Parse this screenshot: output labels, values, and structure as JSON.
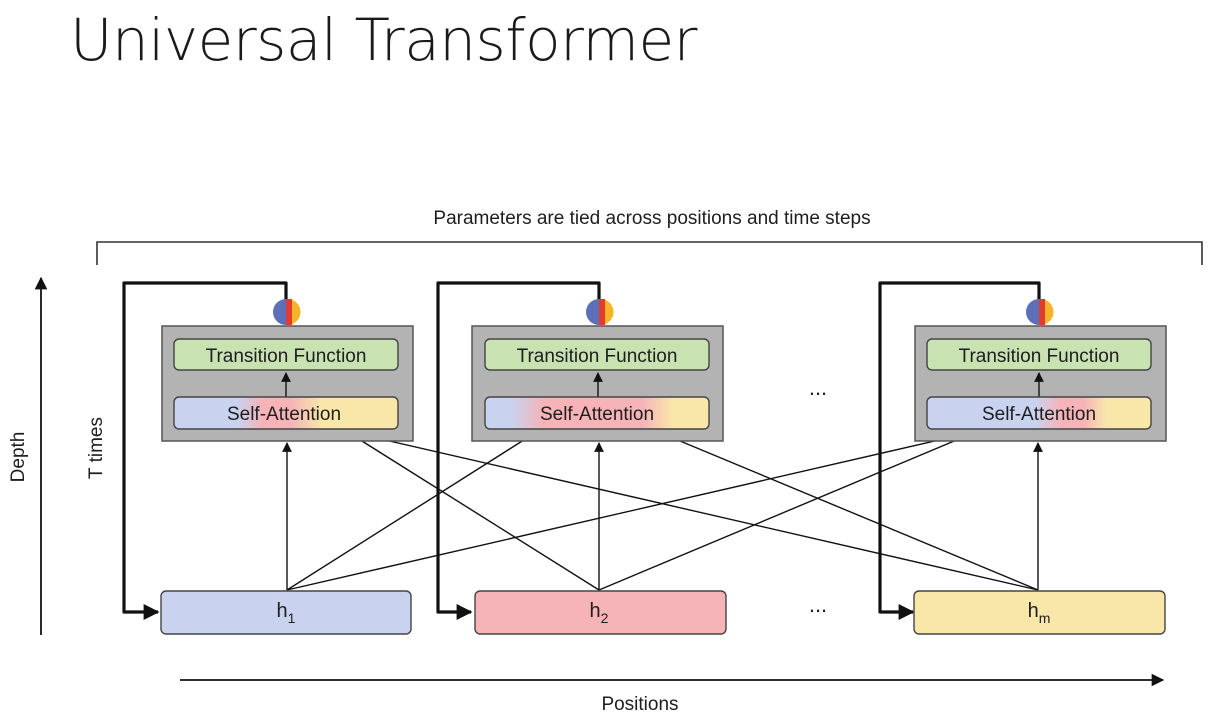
{
  "slide": {
    "title": "Universal Transformer"
  },
  "diagram": {
    "caption": "Parameters are tied across positions and time steps",
    "depth_label": "Depth",
    "t_times_label": "T times",
    "positions_label": "Positions",
    "ellipsis": "...",
    "blocks": [
      {
        "transition": "Transition Function",
        "attention": "Self-Attention"
      },
      {
        "transition": "Transition Function",
        "attention": "Self-Attention"
      },
      {
        "transition": "Transition Function",
        "attention": "Self-Attention"
      }
    ],
    "states": [
      {
        "base": "h",
        "sub": "1",
        "color": "#c9d2ef"
      },
      {
        "base": "h",
        "sub": "2",
        "color": "#f6b3b8"
      },
      {
        "base": "h",
        "sub": "m",
        "color": "#f9e7a9"
      }
    ],
    "colors": {
      "block_bg": "#b3b3b3",
      "transition_bg": "#c8e2b2",
      "attention_blue": "#c9d2ef",
      "attention_red": "#f6b3b8",
      "attention_yellow": "#f9e7a9"
    }
  }
}
